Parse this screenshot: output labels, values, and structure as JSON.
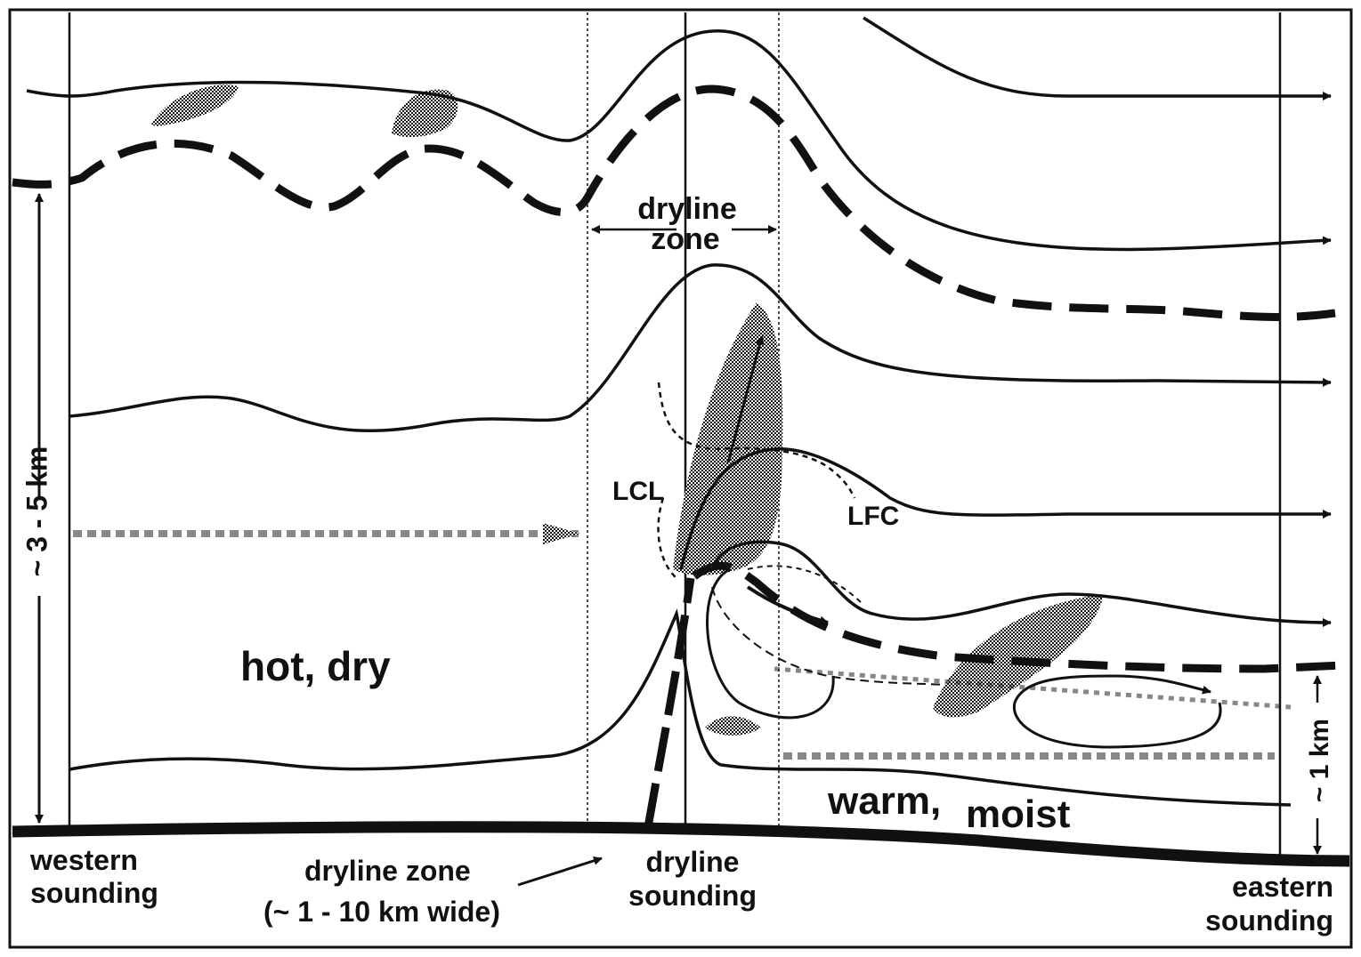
{
  "colors": {
    "ink": "#111111",
    "shading": "#9a9a9a",
    "background": "#ffffff"
  },
  "labels": {
    "hot_dry": "hot, dry",
    "warm": "warm,",
    "moist": "moist",
    "lcl": "LCL",
    "lfc": "LFC",
    "dryline_zone_top_line1": "dryline",
    "dryline_zone_top_line2": "zone",
    "height_left": "~ 3 - 5 km",
    "height_right": "~ 1 km",
    "western_line1": "western",
    "western_line2": "sounding",
    "zone_width_line1": "dryline zone",
    "zone_width_line2": "(~ 1 - 10 km wide)",
    "dryline_line1": "dryline",
    "dryline_line2": "sounding",
    "eastern_line1": "eastern",
    "eastern_line2": "sounding"
  }
}
